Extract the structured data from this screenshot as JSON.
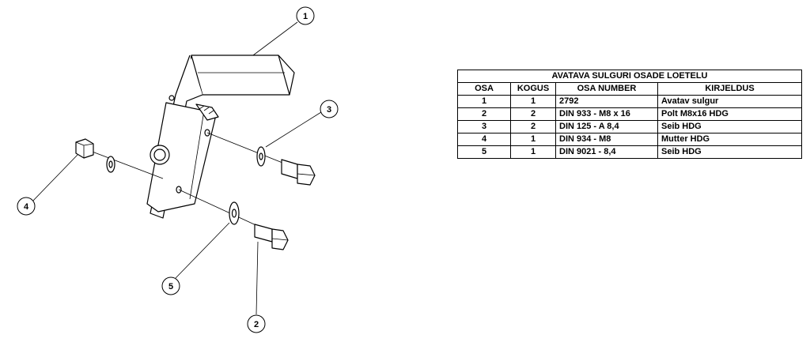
{
  "drawing": {
    "balloons": [
      "1",
      "2",
      "3",
      "4",
      "5"
    ]
  },
  "table": {
    "title": "AVATAVA SULGURI OSADE LOETELU",
    "headers": [
      "OSA",
      "KOGUS",
      "OSA NUMBER",
      "KIRJELDUS"
    ],
    "rows": [
      [
        "1",
        "1",
        "2792",
        "Avatav sulgur"
      ],
      [
        "2",
        "2",
        "DIN 933 - M8 x 16",
        "Polt M8x16 HDG"
      ],
      [
        "3",
        "2",
        "DIN 125 - A 8,4",
        "Seib HDG"
      ],
      [
        "4",
        "1",
        "DIN 934 - M8",
        "Mutter HDG"
      ],
      [
        "5",
        "1",
        "DIN 9021 - 8,4",
        "Seib HDG"
      ]
    ]
  }
}
